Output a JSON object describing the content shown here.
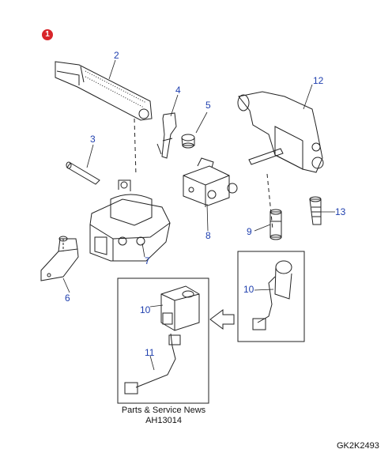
{
  "badge": "1",
  "callouts": {
    "c2": "2",
    "c3": "3",
    "c4": "4",
    "c5": "5",
    "c6": "6",
    "c7": "7",
    "c8": "8",
    "c9": "9",
    "c10a": "10",
    "c10b": "10",
    "c11": "11",
    "c12": "12",
    "c13": "13"
  },
  "note_line1": "Parts & Service News",
  "note_line2": "AH13014",
  "figure_code": "GK2K2493",
  "colors": {
    "callout": "#1f3fae",
    "badge": "#d8262b",
    "line": "#222222"
  }
}
